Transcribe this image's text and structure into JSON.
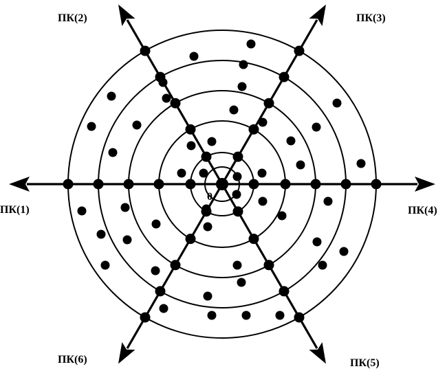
{
  "center_label": "0",
  "directions": [
    {
      "id": "pk1",
      "label": "ПК(1)",
      "angle_deg": 180
    },
    {
      "id": "pk2",
      "label": "ПК(2)",
      "angle_deg": 120
    },
    {
      "id": "pk3",
      "label": "ПК(3)",
      "angle_deg": 60
    },
    {
      "id": "pk4",
      "label": "ПК(4)",
      "angle_deg": 0
    },
    {
      "id": "pk5",
      "label": "ПК(5)",
      "angle_deg": -60
    },
    {
      "id": "pk6",
      "label": "ПК(6)",
      "angle_deg": -120
    }
  ],
  "ring_count": 5,
  "colors": {
    "ink": "#000000",
    "background": "#ffffff"
  }
}
